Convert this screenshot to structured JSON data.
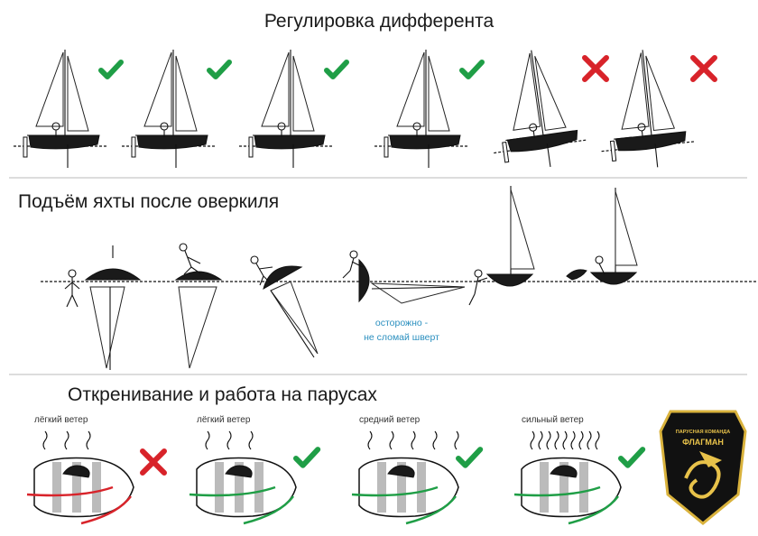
{
  "sections": {
    "trim_title": "Регулировка дифферента",
    "capsize_title": "Подъём яхты после оверкиля",
    "heel_title": "Откренивание и работа на парусах"
  },
  "capsize_note": {
    "line1": "осторожно -",
    "line2": "не сломай шверт"
  },
  "wind_labels": [
    "лёгкий ветер",
    "лёгкий ветер",
    "средний ветер",
    "сильный ветер"
  ],
  "trim_marks": [
    "check",
    "check",
    "check",
    "check",
    "cross",
    "cross"
  ],
  "heel_marks": [
    "cross",
    "check",
    "check",
    "check"
  ],
  "logo": {
    "top_text": "ПАРУСНАЯ КОМАНДА",
    "name": "ФЛАГМАН"
  },
  "colors": {
    "check": "#1f9e46",
    "cross": "#d8232a",
    "good_line": "#1f9e46",
    "bad_line": "#d8232a",
    "note": "#2a8fbf",
    "logo_gold": "#e8c24a"
  }
}
